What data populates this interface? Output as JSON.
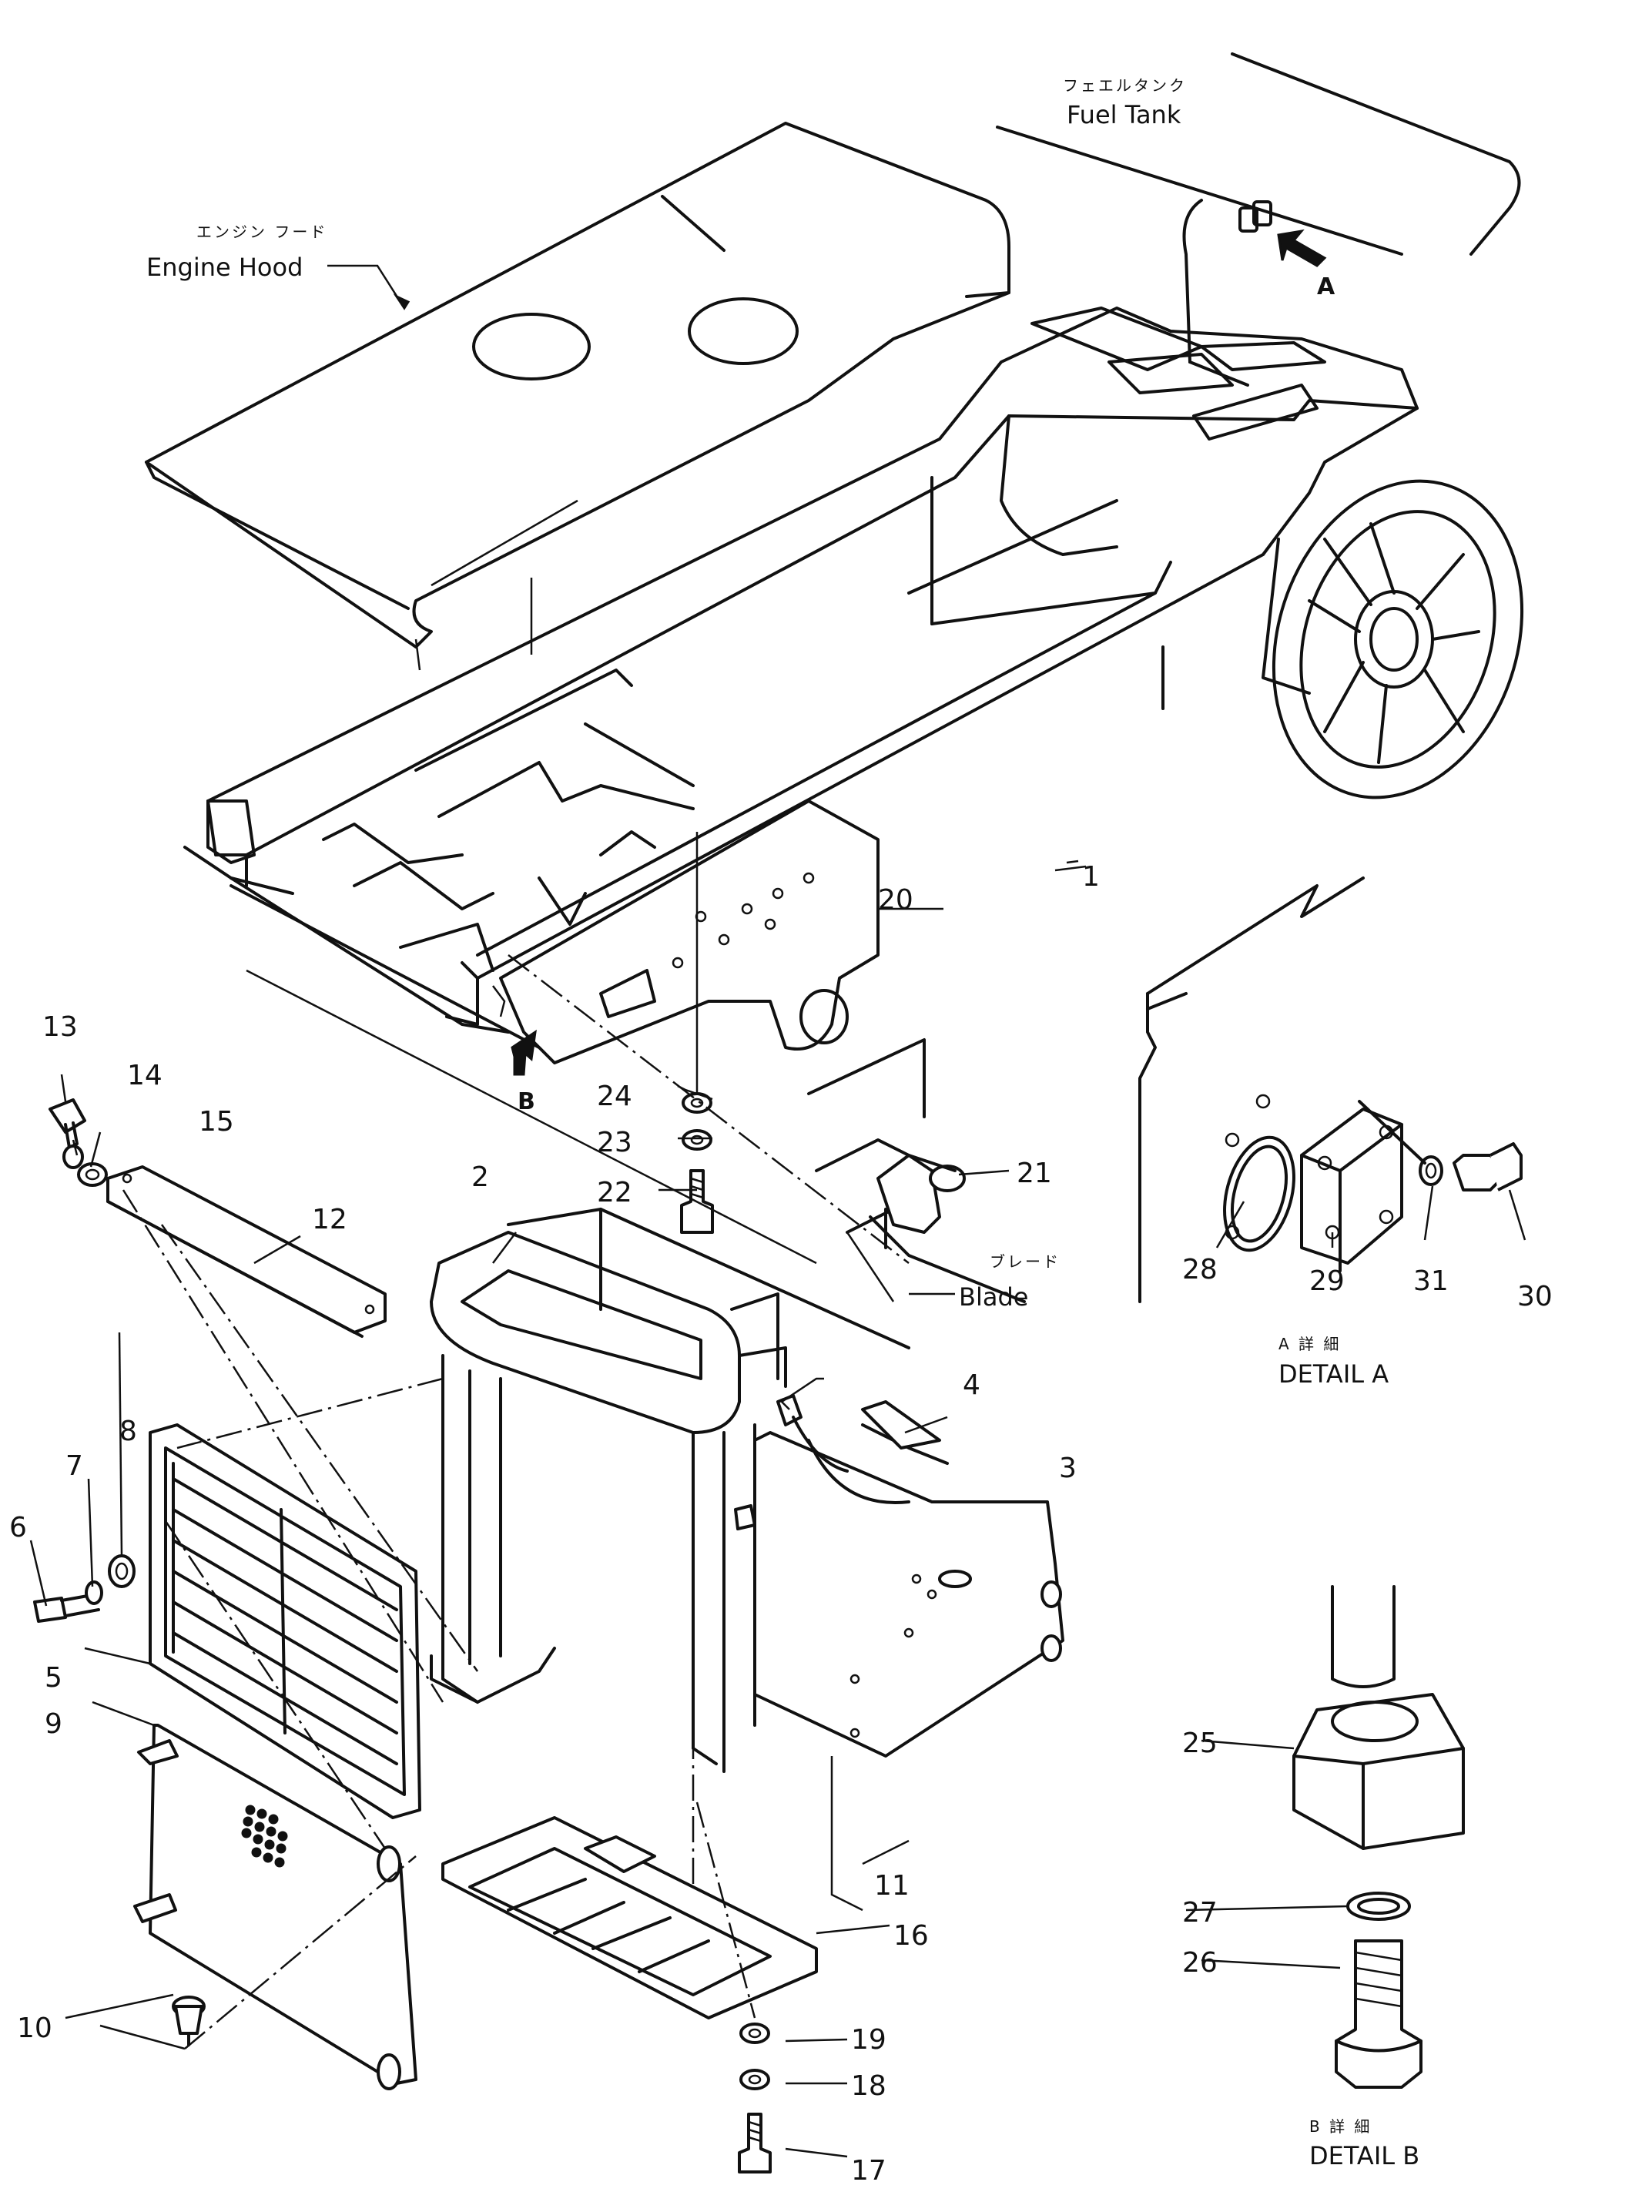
{
  "labels": {
    "fuel_tank_jp": "フェエルタンク",
    "fuel_tank_en": "Fuel Tank",
    "engine_hood_jp": "エンジン フード",
    "engine_hood_en": "Engine Hood",
    "blade_jp": "ブレード",
    "blade_en": "Blade",
    "detail_a_jp": "A 詳 細",
    "detail_a_en": "DETAIL A",
    "detail_b_jp": "B 詳 細",
    "detail_b_en": "DETAIL B",
    "arrow_a": "A",
    "arrow_b": "B"
  },
  "callouts": [
    "1",
    "2",
    "3",
    "4",
    "5",
    "6",
    "7",
    "8",
    "9",
    "10",
    "11",
    "12",
    "13",
    "14",
    "15",
    "16",
    "17",
    "18",
    "19",
    "20",
    "21",
    "22",
    "23",
    "24",
    "25",
    "26",
    "27",
    "28",
    "29",
    "30",
    "31"
  ],
  "colors": {
    "ink": "#111111",
    "paper": "#ffffff"
  }
}
